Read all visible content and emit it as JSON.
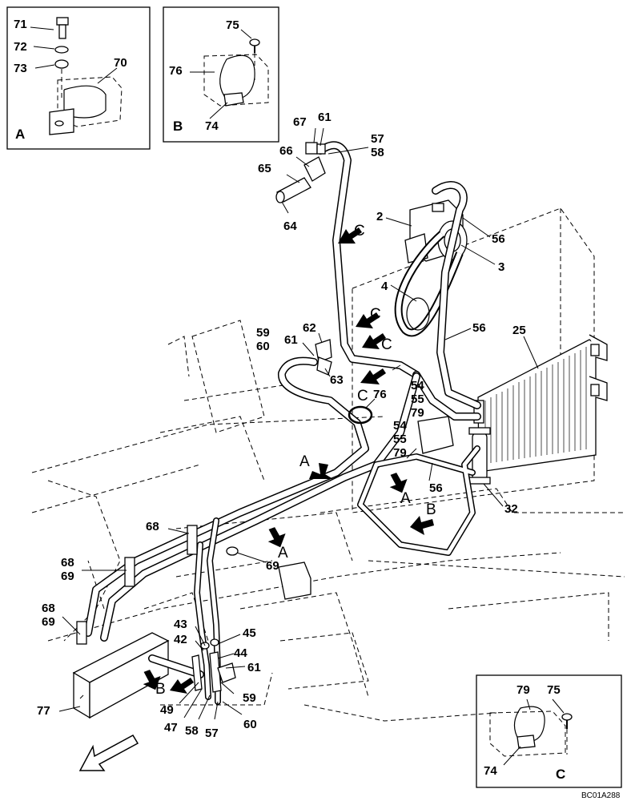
{
  "labels": {
    "p71": "71",
    "p72": "72",
    "p73": "73",
    "p70": "70",
    "p75a": "75",
    "p76a": "76",
    "p74a": "74",
    "p67": "67",
    "p61a": "61",
    "p57a": "57",
    "p58a": "58",
    "p66": "66",
    "p65": "65",
    "p64": "64",
    "p2": "2",
    "p56a": "56",
    "p3": "3",
    "p4": "4",
    "p56b": "56",
    "p25": "25",
    "p59a": "59",
    "p60a": "60",
    "p61b": "61",
    "p62": "62",
    "p63": "63",
    "p54a": "54",
    "p55a": "55",
    "p79a": "79",
    "p76b": "76",
    "p54b": "54",
    "p55b": "55",
    "p79b": "79",
    "p56c": "56",
    "p32": "32",
    "p68a": "68",
    "p68b": "68",
    "p69a": "69",
    "p69b": "69",
    "p68c": "68",
    "p69c": "69",
    "p43": "43",
    "p42": "42",
    "p45": "45",
    "p44": "44",
    "p61c": "61",
    "p59b": "59",
    "p49": "49",
    "p47": "47",
    "p58b": "58",
    "p57b": "57",
    "p60b": "60",
    "p77": "77",
    "p79c": "79",
    "p75c": "75",
    "p74c": "74"
  },
  "view_marks": {
    "c1": "C",
    "c2": "C",
    "c3": "C",
    "c4": "C",
    "a1": "A",
    "a2": "A",
    "a3": "A",
    "b1": "B",
    "b2": "B"
  },
  "panels": {
    "a": "A",
    "b": "B",
    "c": "C"
  },
  "drawing_code": "BC01A288",
  "icons": {
    "panel_a": "bracket-detail-icon",
    "panel_b": "clamp-detail-icon",
    "panel_c": "clamp-detail-icon",
    "front_arrow": "front-direction-arrow-icon",
    "view_arrow": "view-direction-arrow-icon"
  }
}
